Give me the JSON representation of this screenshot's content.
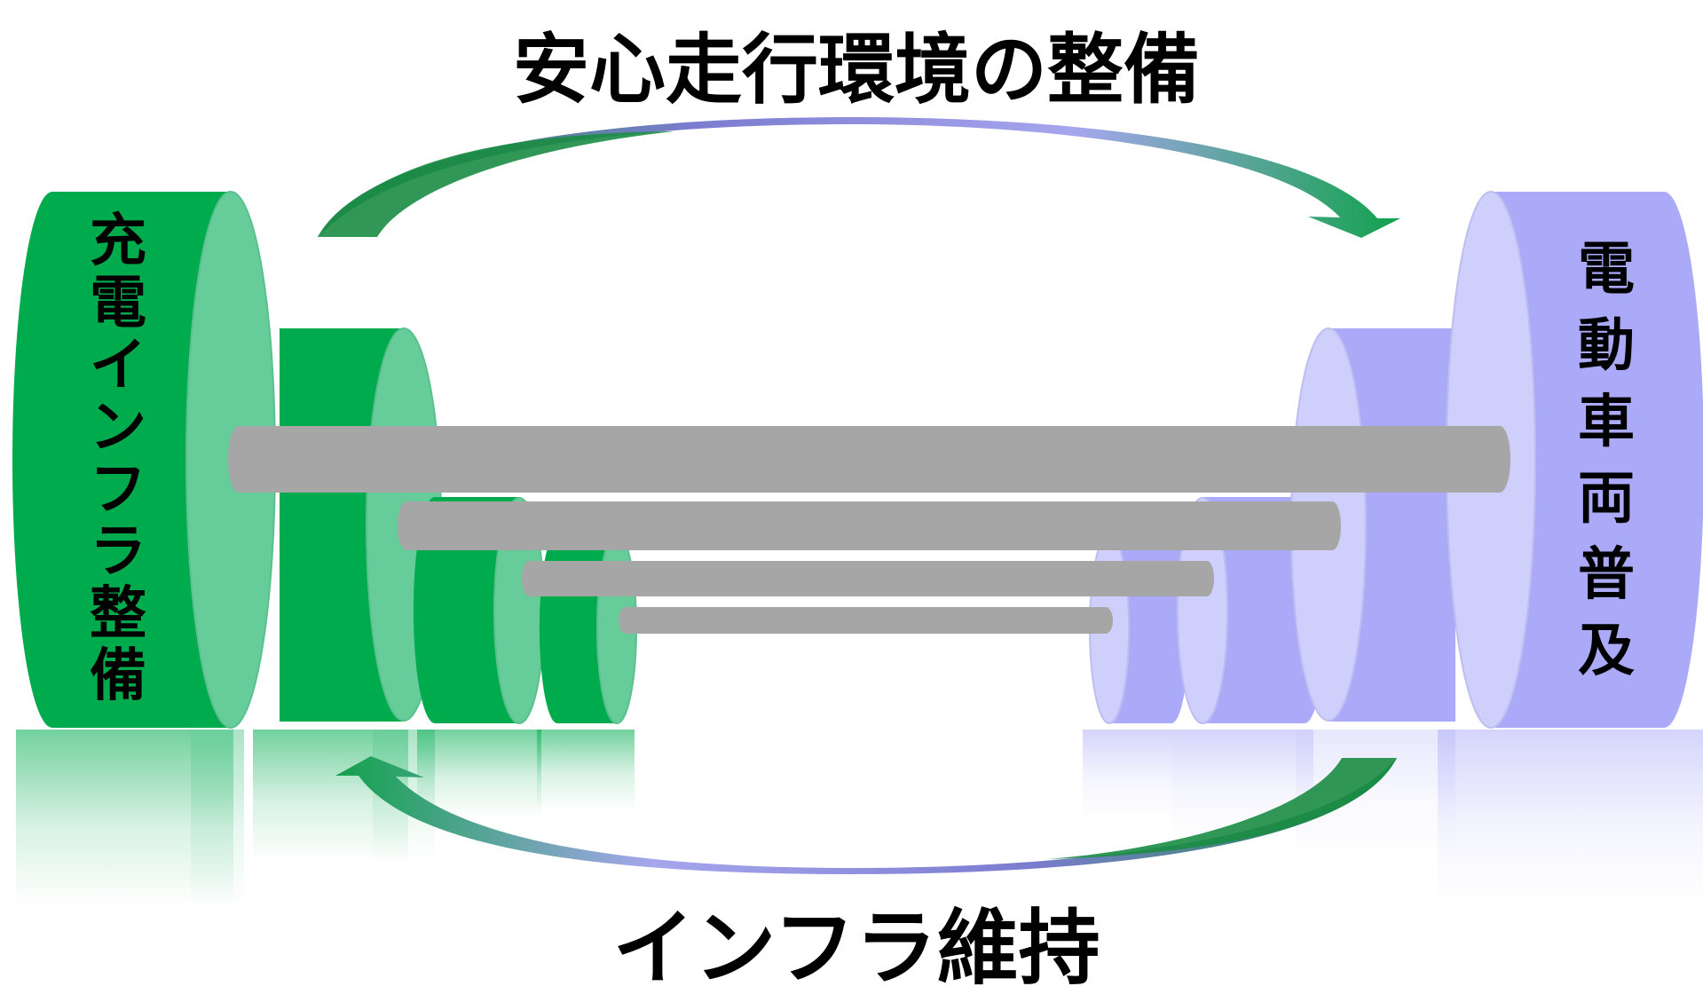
{
  "top_caption": "安心走行環境の整備",
  "bottom_caption": "インフラ維持",
  "left_label": [
    "充",
    "電",
    "イ",
    "ン",
    "フ",
    "ラ",
    "整",
    "備"
  ],
  "right_label": [
    "電",
    "動",
    "車",
    "両",
    "普",
    "及"
  ],
  "colors": {
    "left_body": "#00AB4E",
    "left_face": "#66CC99",
    "right_body": "#AAAAF8",
    "right_face": "#CFCFFB",
    "bar": "#A6A6A6",
    "arrow_green": "#1C8A46",
    "arrow_blue": "#9C9CE8"
  }
}
